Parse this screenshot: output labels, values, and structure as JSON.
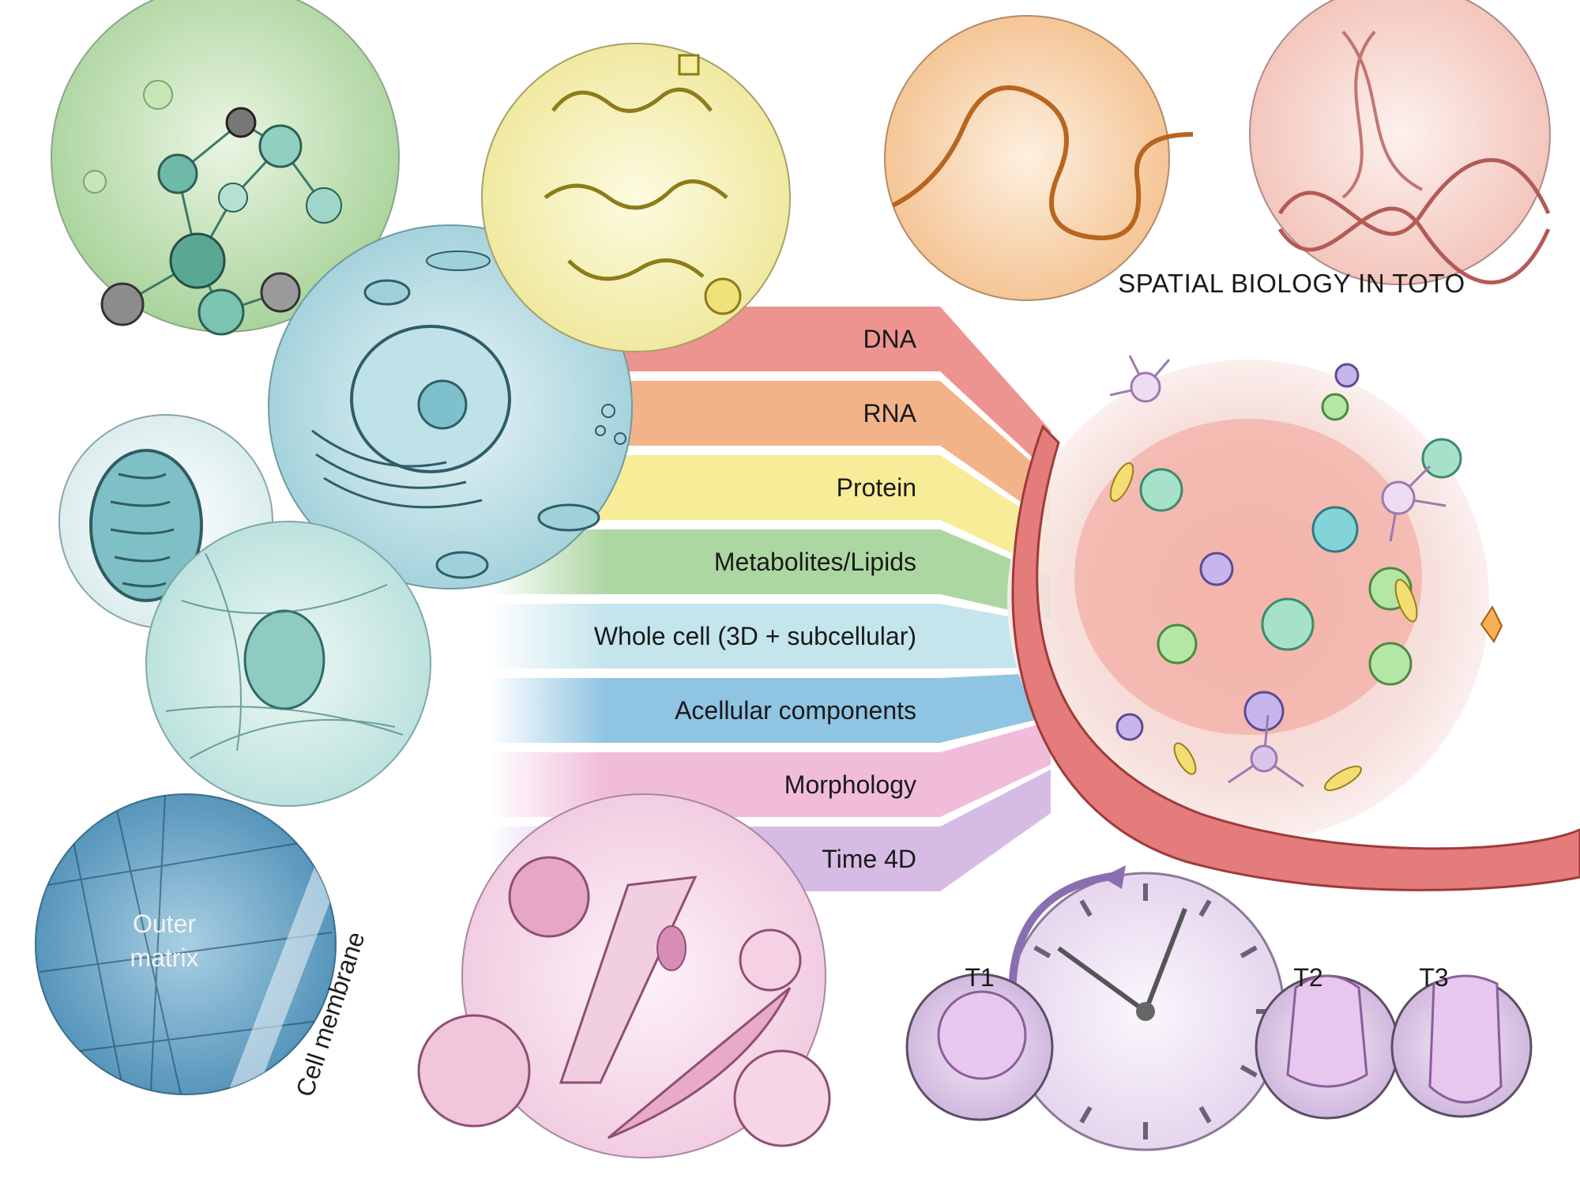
{
  "title": "SPATIAL BIOLOGY IN TOTO",
  "bands": [
    {
      "label": "DNA",
      "color": "#ec8a87"
    },
    {
      "label": "RNA",
      "color": "#f2ad7e"
    },
    {
      "label": "Protein",
      "color": "#f6ea8e"
    },
    {
      "label": "Metabolites/Lipids",
      "color": "#a6d49a"
    },
    {
      "label": "Whole cell (3D + subcellular)",
      "color": "#bfe3ea"
    },
    {
      "label": "Acellular components",
      "color": "#86bfe0"
    },
    {
      "label": "Morphology",
      "color": "#efb6d6"
    },
    {
      "label": "Time 4D",
      "color": "#d3b6e3"
    }
  ],
  "matrix": {
    "outer_line1": "Outer",
    "outer_line2": "matrix",
    "membrane": "Cell membrane"
  },
  "timepoints": [
    "T1",
    "T2",
    "T3"
  ]
}
